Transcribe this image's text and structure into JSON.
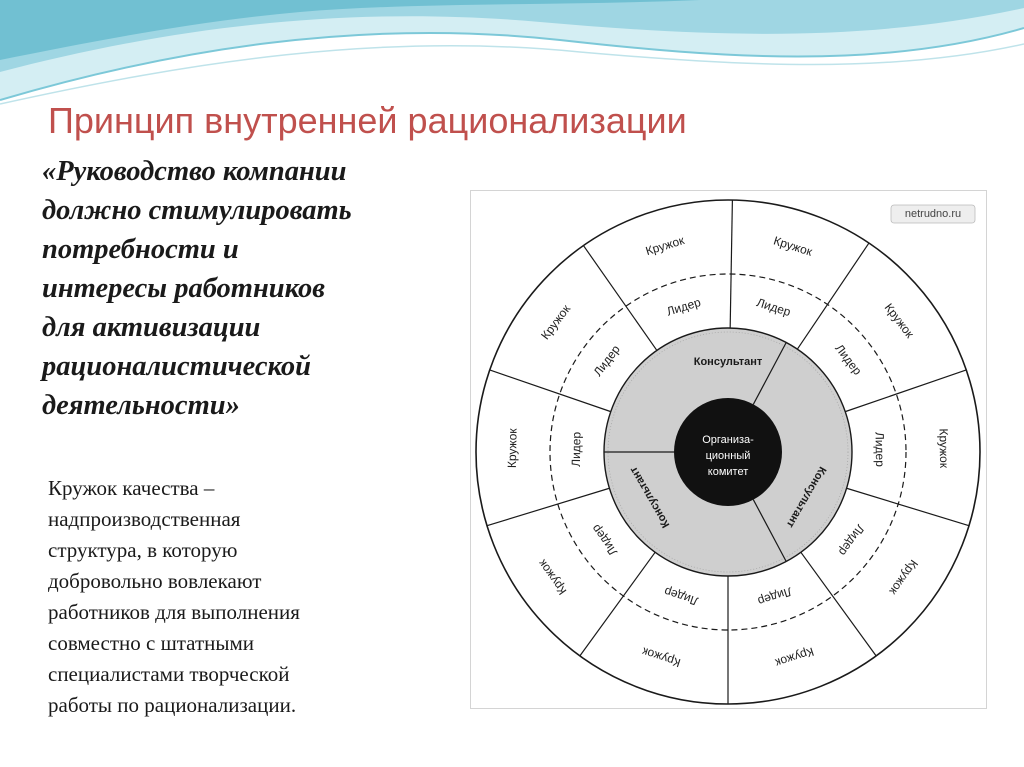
{
  "slide": {
    "title": "Принцип внутренней рационализации",
    "quote_lines": [
      "«Руководство компании",
      "должно стимулировать",
      "потребности и",
      "интересы работников",
      "для активизации",
      "рационалистической",
      "деятельности»"
    ],
    "definition_lines": [
      "Кружок качества –",
      "надпроизводственная",
      "структура, в которую",
      "добровольно вовлекают",
      "работников для выполнения",
      "совместно с штатными",
      "специалистами творческой",
      "работы по рационализации."
    ]
  },
  "diagram": {
    "watermark": "netrudno.ru",
    "center_lines": [
      "Организа-",
      "ционный",
      "комитет"
    ],
    "consultants": [
      "Консультант",
      "Консультант",
      "Консультант"
    ],
    "leaders": [
      "Лидер",
      "Лидер",
      "Лидер",
      "Лидер",
      "Лидер",
      "Лидер",
      "Лидер",
      "Лидер",
      "Лидер",
      "Лидер"
    ],
    "circles": [
      "Кружок",
      "Кружок",
      "Кружок",
      "Кружок",
      "Кружок",
      "Кружок",
      "Кружок",
      "Кружок",
      "Кружок",
      "Кружок"
    ]
  },
  "colors": {
    "title": "#c0504d",
    "wave_light": "#bfe6ee",
    "wave_dark": "#4aaec4",
    "center_fill": "#111111",
    "consultant_ring": "#cfcfcf"
  }
}
